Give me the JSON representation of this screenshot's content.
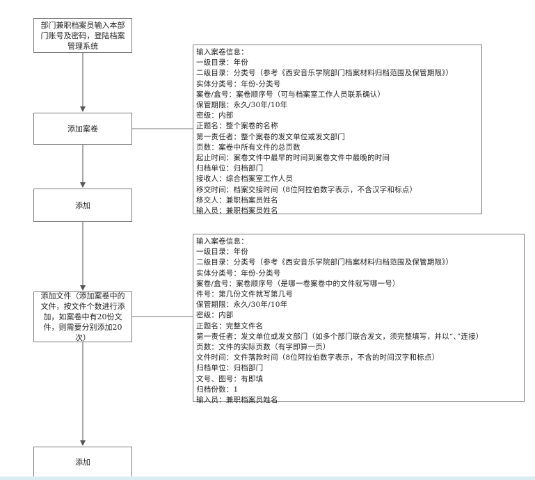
{
  "flow": {
    "step1": "部门兼职档案员输入本部门账号及密码，登陆档案管理系统",
    "step2": "添加案卷",
    "step3": "添加",
    "step4": "添加文件（添加案卷中的文件，按文件个数进行添加，如案卷中有20份文件，则需要分别添加20次）",
    "step5": "添加"
  },
  "volume_info": {
    "lines": [
      "输入案卷信息：",
      "一级目录：年份",
      "二级目录：分类号（参考《西安音乐学院部门档案材料归档范围及保管期限》）",
      "实体分类号：年份-分类号",
      "案卷/盒号：案卷顺序号（可与档案室工作人员联系确认）",
      "保管期限：永久/30年/10年",
      "密级：内部",
      "正题名：整个案卷的名称",
      "第一责任者：整个案卷的发文单位或发文部门",
      "页数：案卷中所有文件的总页数",
      "起止时间：案卷文件中最早的时间到案卷文件中最晚的时间",
      "归档单位：归档部门",
      "接收人：综合档案室工作人员",
      "移交时间：档案交接时间（8位阿拉伯数字表示，不含汉字和标点）",
      "移交人：兼职档案员姓名",
      "输入员：兼职档案员姓名"
    ]
  },
  "file_info": {
    "lines": [
      "输入案卷信息：",
      "一级目录：年份",
      "二级目录：分类号（参考《西安音乐学院部门档案材料归档范围及保管期限》）",
      "实体分类号：年份-分类号",
      "案卷/盒号：案卷顺序号（是哪一卷案卷中的文件就写哪一号）",
      "件号：第几份文件就写第几号",
      "保管期限：永久/30年/10年",
      "密级：内部",
      "正题名：完整文件名",
      "第一责任者：发文单位或发文部门（如多个部门联合发文，须完整填写，并以“、”连接）",
      "页数：文件的实际页数（有字即算一页）",
      "文件时间：文件落款时间（8位阿拉伯数字表示，不含的时间汉字和标点）",
      "归档单位：归档部门",
      "文号、图号：有即填",
      "归档份数：1",
      "输入员：兼职档案员姓名"
    ]
  }
}
